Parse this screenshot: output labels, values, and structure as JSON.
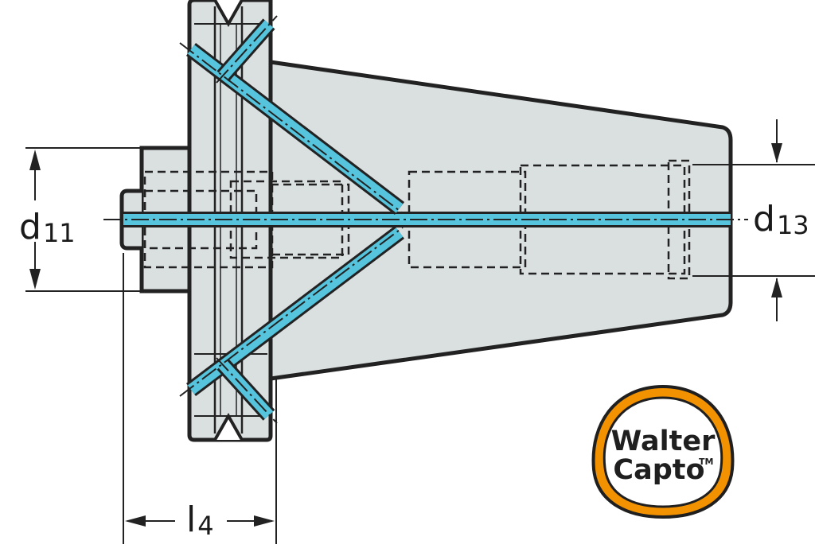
{
  "drawing": {
    "colors": {
      "body_fill": "#dadfe0",
      "outline": "#222222",
      "coolant": "#55c4dc",
      "logo_orange": "#f39200"
    },
    "dimensions": {
      "d11": {
        "base": "d",
        "sub": "11"
      },
      "d13": {
        "base": "d",
        "sub": "13"
      },
      "l4": {
        "base": "l",
        "sub": "4"
      }
    },
    "logo": {
      "line1": "Walter",
      "line2": "Capto",
      "tm": "TM"
    }
  }
}
